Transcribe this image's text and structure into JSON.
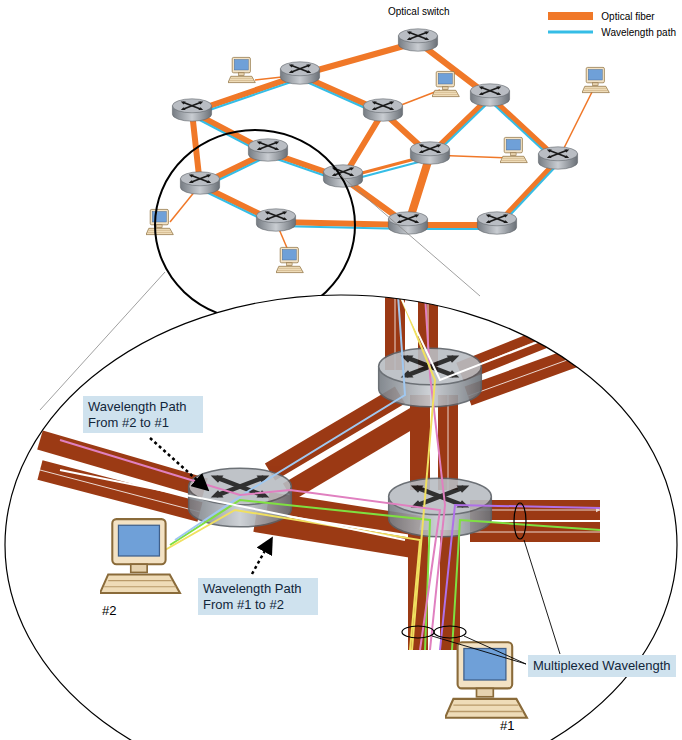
{
  "diagram": {
    "nodes": [
      {
        "text": [
          "Wavelength Path From #2 to #1"
        ]
      },
      {
        "text": [
          "Wavelength Path From #1 to #2"
        ]
      },
      {
        "text": [
          "Multiplexed Wavelength"
        ]
      }
    ],
    "labels": [
      "Optical switch",
      "#2",
      "#1"
    ],
    "legend": [
      {
        "text": "Optical fiber",
        "color": "#f07828"
      },
      {
        "text": "Wavelength path"
      }
    ]
  }
}
